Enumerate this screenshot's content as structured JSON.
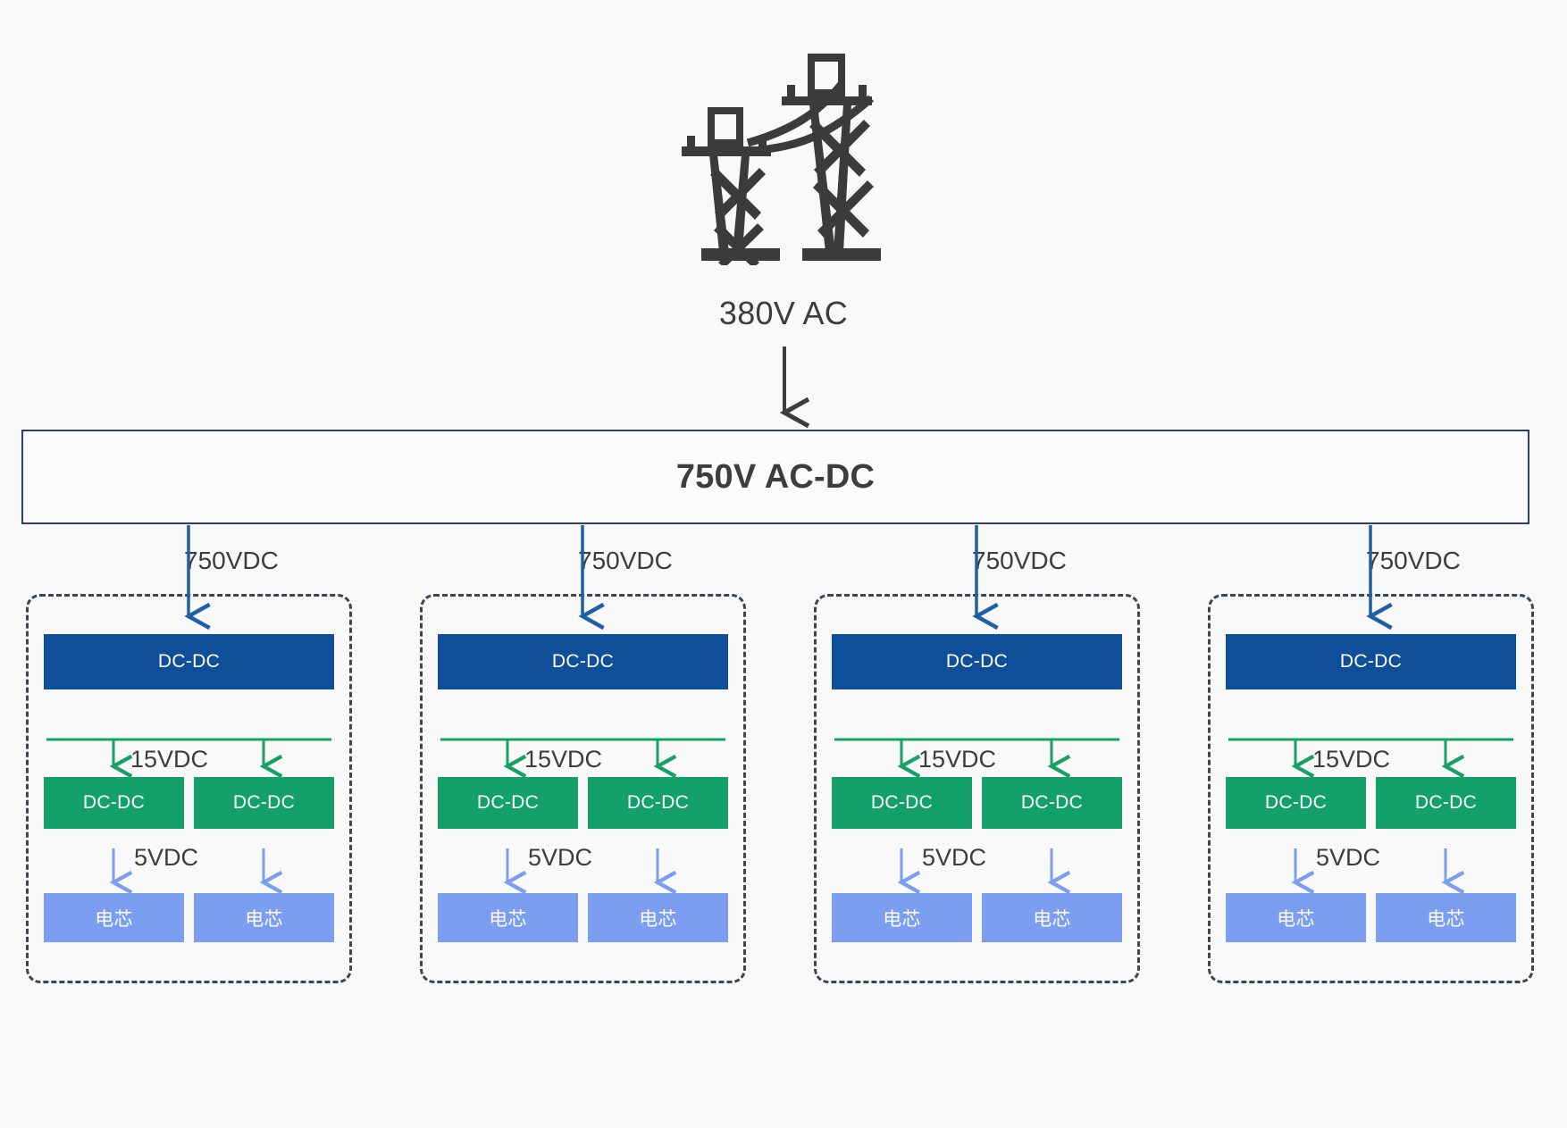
{
  "diagram": {
    "title_source": "380V AC",
    "source_icon": "power-transmission-tower-icon",
    "source_label": "380V AC",
    "converter": {
      "label": "750V AC-DC",
      "border_color": "#2c3e6b"
    },
    "bus_label": "750VDC",
    "stage_labels": {
      "level1": "750VDC",
      "level2": "15VDC",
      "level3": "5VDC"
    },
    "block_labels": {
      "dcdc": "DC-DC",
      "cell": "电芯"
    },
    "colors": {
      "background": "#f9f9f9",
      "navy_block": "#0f4f99",
      "green_block": "#14a06a",
      "light_blue_block": "#7b9ef0",
      "blue_arrow": "#1f5fa8",
      "green_arrow": "#17a167",
      "light_blue_arrow": "#7b9ef0",
      "dashed_border": "#3f4550",
      "text_dark": "#3d3d3d",
      "tower_icon": "#3b3b3b"
    },
    "groups": [
      {
        "id": "group-1",
        "input_label": "750VDC",
        "primary": {
          "label": "DC-DC",
          "color": "#0f4f99"
        },
        "mid_label": "15VDC",
        "secondary": [
          {
            "label": "DC-DC",
            "color": "#14a06a"
          },
          {
            "label": "DC-DC",
            "color": "#14a06a"
          }
        ],
        "low_label": "5VDC",
        "loads": [
          {
            "label": "电芯",
            "color": "#7b9ef0"
          },
          {
            "label": "电芯",
            "color": "#7b9ef0"
          }
        ]
      },
      {
        "id": "group-2",
        "input_label": "750VDC",
        "primary": {
          "label": "DC-DC",
          "color": "#0f4f99"
        },
        "mid_label": "15VDC",
        "secondary": [
          {
            "label": "DC-DC",
            "color": "#14a06a"
          },
          {
            "label": "DC-DC",
            "color": "#14a06a"
          }
        ],
        "low_label": "5VDC",
        "loads": [
          {
            "label": "电芯",
            "color": "#7b9ef0"
          },
          {
            "label": "电芯",
            "color": "#7b9ef0"
          }
        ]
      },
      {
        "id": "group-3",
        "input_label": "750VDC",
        "primary": {
          "label": "DC-DC",
          "color": "#0f4f99"
        },
        "mid_label": "15VDC",
        "secondary": [
          {
            "label": "DC-DC",
            "color": "#14a06a"
          },
          {
            "label": "DC-DC",
            "color": "#14a06a"
          }
        ],
        "low_label": "5VDC",
        "loads": [
          {
            "label": "电芯",
            "color": "#7b9ef0"
          },
          {
            "label": "电芯",
            "color": "#7b9ef0"
          }
        ]
      },
      {
        "id": "group-4",
        "input_label": "750VDC",
        "primary": {
          "label": "DC-DC",
          "color": "#0f4f99"
        },
        "mid_label": "15VDC",
        "secondary": [
          {
            "label": "DC-DC",
            "color": "#14a06a"
          },
          {
            "label": "DC-DC",
            "color": "#14a06a"
          }
        ],
        "low_label": "5VDC",
        "loads": [
          {
            "label": "电芯",
            "color": "#7b9ef0"
          },
          {
            "label": "电芯",
            "color": "#7b9ef0"
          }
        ]
      }
    ]
  }
}
